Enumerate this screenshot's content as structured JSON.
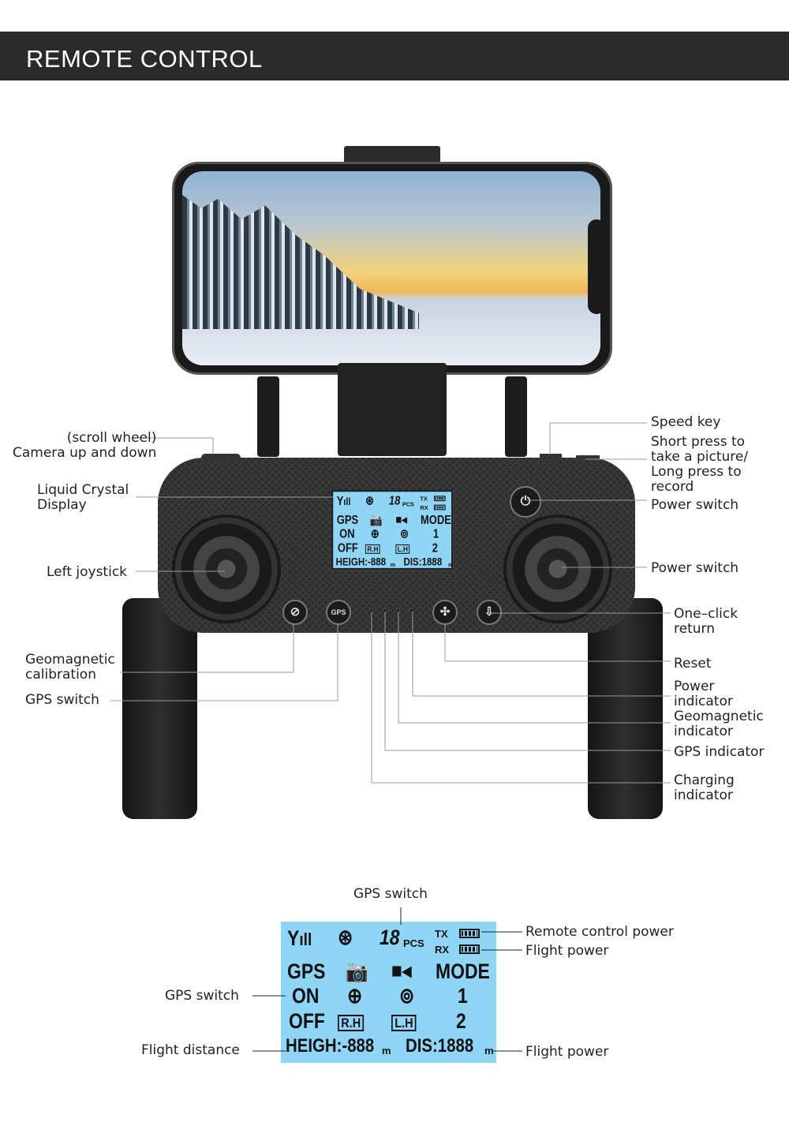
{
  "banner": {
    "title": "REMOTE CONTROL"
  },
  "labels": {
    "scroll_wheel": "(scroll wheel)\nCamera up and down",
    "lcd": "Liquid Crystal\nDisplay",
    "left_joystick": "Left joystick",
    "geomagnetic_calibration": "Geomagnetic\ncalibration",
    "gps_switch": "GPS switch",
    "speed_key": "Speed key",
    "photo_record": "Short press to\ntake a picture/\nLong press to\nrecord",
    "power_switch_top": "Power switch",
    "power_switch_right": "Power switch",
    "one_click_return": "One–click\nreturn",
    "reset": "Reset",
    "power_indicator": "Power\nindicator",
    "geomagnetic_indicator": "Geomagnetic\nindicator",
    "gps_indicator": "GPS indicator",
    "charging_indicator": "Charging\nindicator"
  },
  "buttons": {
    "gps": "GPS"
  },
  "lcd": {
    "satellites": "18",
    "pcs": "PCS",
    "tx": "TX",
    "rx": "RX",
    "gps": "GPS",
    "mode": "MODE",
    "on": "ON",
    "off": "OFF",
    "mode1": "1",
    "mode2": "2",
    "rh": "R.H",
    "lh": "L.H",
    "height": "HEIGH:-888",
    "height_unit": "m",
    "dis": "DIS:1888",
    "dis_unit": "m",
    "signal_icon": "signal-bars",
    "icons": [
      "gps-rotate-icon",
      "camera-icon",
      "video-camera-icon",
      "target-icon",
      "home-point-icon"
    ]
  },
  "lcd_callouts": {
    "gps_switch_top": "GPS switch",
    "remote_control_power": "Remote control power",
    "flight_power_top": "Flight power",
    "gps_switch_left": "GPS switch",
    "flight_distance": "Flight distance",
    "flight_power_bottom": "Flight power"
  },
  "colors": {
    "banner": "#2a2a2a",
    "lcd": "#8fd6f6"
  }
}
